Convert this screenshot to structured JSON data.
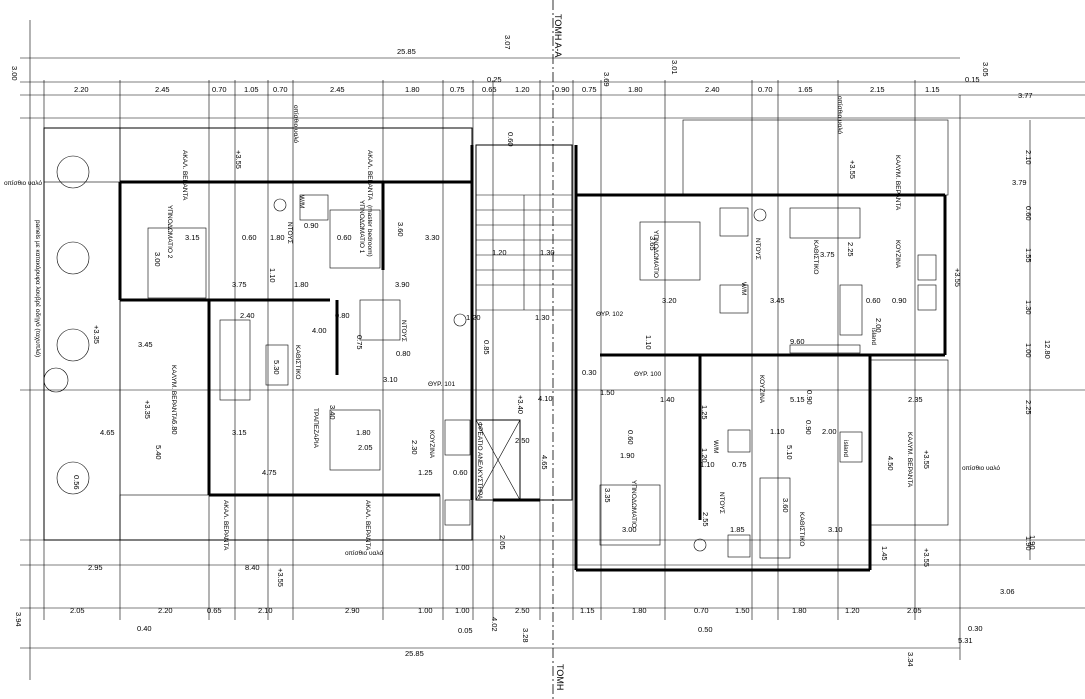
{
  "section_labels": {
    "top": "ΤΟΜΗ Α-Α",
    "bottom": "ΤΟΜΗ"
  },
  "overall": {
    "width_top": "25.85",
    "width_bottom": "25.85",
    "height_right": "12.80"
  },
  "top_dims": [
    "2.20",
    "2.45",
    "0.70",
    "1.05",
    "0.70",
    "2.45",
    "1.80",
    "0.75",
    "0.65",
    "1.20",
    "0.90",
    "0.75",
    "1.80",
    "2.40",
    "0.70",
    "1.65",
    "2.15",
    "1.15",
    "3.77"
  ],
  "top_misc": [
    "3.00",
    "3.07",
    "0.25",
    "3.69",
    "3.01",
    "3.05",
    "0.15",
    "0.60"
  ],
  "bottom_dims_1": [
    "2.95",
    "8.40",
    "1.00",
    "2.05",
    "3.06"
  ],
  "bottom_dims_2": [
    "2.05",
    "2.20",
    "0.65",
    "2.10",
    "2.90",
    "1.00",
    "1.00",
    "2.50",
    "1.15",
    "1.80",
    "0.70",
    "1.50",
    "1.80",
    "1.20",
    "2.05"
  ],
  "bottom_misc": [
    "0.40",
    "0.05",
    "4.02",
    "3.28",
    "0.50",
    "0.30",
    "5.31",
    "3.34",
    "3.94"
  ],
  "right_dims": [
    "2.10",
    "3.79",
    "0.60",
    "1.55",
    "1.30",
    "1.00",
    "2.25",
    "1.90"
  ],
  "rooms": {
    "veranda_top_left": "ΑΚΑΛ. ΒΕΡΑΝΤΑ",
    "veranda_top_mid": "ΑΚΑΛ. ΒΕΡΑΝΤΑ",
    "veranda_top_right": "ΚΑΛΥΜ. ΒΕΡΑΝΤΑ",
    "veranda_left": "ΚΑΛΥΜ. ΒΕΡΑΝΤΑ",
    "veranda_right": "ΚΑΛΥΜ. ΒΕΡΑΝΤΑ",
    "veranda_bottom_left": "ΑΚΑΛ. ΒΕΡΑΝΤΑ",
    "veranda_bottom_mid": "ΑΚΑΛ. ΒΕΡΑΝΤΑ",
    "bed2": "ΥΠΝΟΔΩΜΑΤΙΟ 2",
    "bed1": "ΥΠΝΟΔΩΜΑΤΙΟ 1",
    "master_note": "(master bedroom)",
    "bed_right_top": "ΥΠΝΟΔΩΜΑΤΙΟ",
    "bed_right_bot": "ΥΠΝΟΔΩΜΑΤΙΟ",
    "shower1": "ΝΤΟΥΣ",
    "shower2": "ΝΤΟΥΣ",
    "shower3": "ΝΤΟΥΣ",
    "shower4": "ΝΤΟΥΣ",
    "living_left": "ΚΑΘΙΣΤΙΚΟ",
    "living_right_top": "ΚΑΘΙΣΤΙΚΟ",
    "living_right_bot": "ΚΑΘΙΣΤΙΚΟ",
    "dining": "ΤΡΑΠΕΖΑΡΙΑ",
    "kitchen_left": "ΚΟΥΖΙΝΑ",
    "kitchen_right_top": "ΚΟΥΖΙΝΑ",
    "kitchen_right_bot": "ΚΟΥΖΙΝΑ",
    "shaft": "ΦΡΕΑΤΙΟ ΑΝΕΛΚΥΣΤΗΡΑ",
    "island1": "island",
    "island2": "island",
    "wm1": "W/M",
    "wm2": "W/M",
    "wm3": "W/M",
    "door1": "ΘΥΡ. 101",
    "door2": "ΘΥΡ. 100",
    "door3": "ΘΥΡ. 102",
    "garden_note": "οπίσθιο υαλό",
    "side_note1": "οπίσθιο υαλό",
    "side_note2": "panels με κατακόρυφα λουβρέ οδηγό (ταχυπλό)",
    "bottom_note": "οπίσθιο υαλό",
    "right_note": "οπίσθιο υαλό",
    "top_note_a": "οπίσθιο υαλό",
    "top_note_b": "οπίσθιο υαλό"
  },
  "levels": [
    "+3.55",
    "+3.55",
    "+3.35",
    "+3.35",
    "+3.55",
    "+3.55",
    "+3.40",
    "+3.55",
    "+3.55"
  ],
  "inner_dims": [
    "3.15",
    "3.00",
    "0.60",
    "1.80",
    "0.90",
    "0.60",
    "3.60",
    "3.30",
    "1.10",
    "3.75",
    "1.80",
    "3.90",
    "2.40",
    "4.00",
    "0.80",
    "5.30",
    "3.45",
    "4.65",
    "6.80",
    "5.40",
    "3.15",
    "4.75",
    "3.40",
    "1.80",
    "2.05",
    "2.30",
    "1.25",
    "0.60",
    "3.10",
    "0.80",
    "1.20",
    "1.30",
    "0.75",
    "1.20",
    "1.30",
    "0.85",
    "2.50",
    "4.65",
    "4.10",
    "1.50",
    "3.65",
    "3.20",
    "3.45",
    "0.60",
    "0.90",
    "2.25",
    "3.75",
    "9.60",
    "2.00",
    "1.10",
    "0.30",
    "1.40",
    "1.25",
    "5.15",
    "0.90",
    "1.10",
    "2.00",
    "2.35",
    "4.50",
    "1.90",
    "1.20",
    "1.10",
    "0.75",
    "3.35",
    "3.00",
    "2.55",
    "1.85",
    "3.60",
    "3.10",
    "5.10",
    "1.45",
    "0.90",
    "0.60",
    "1.90",
    "0.56"
  ]
}
